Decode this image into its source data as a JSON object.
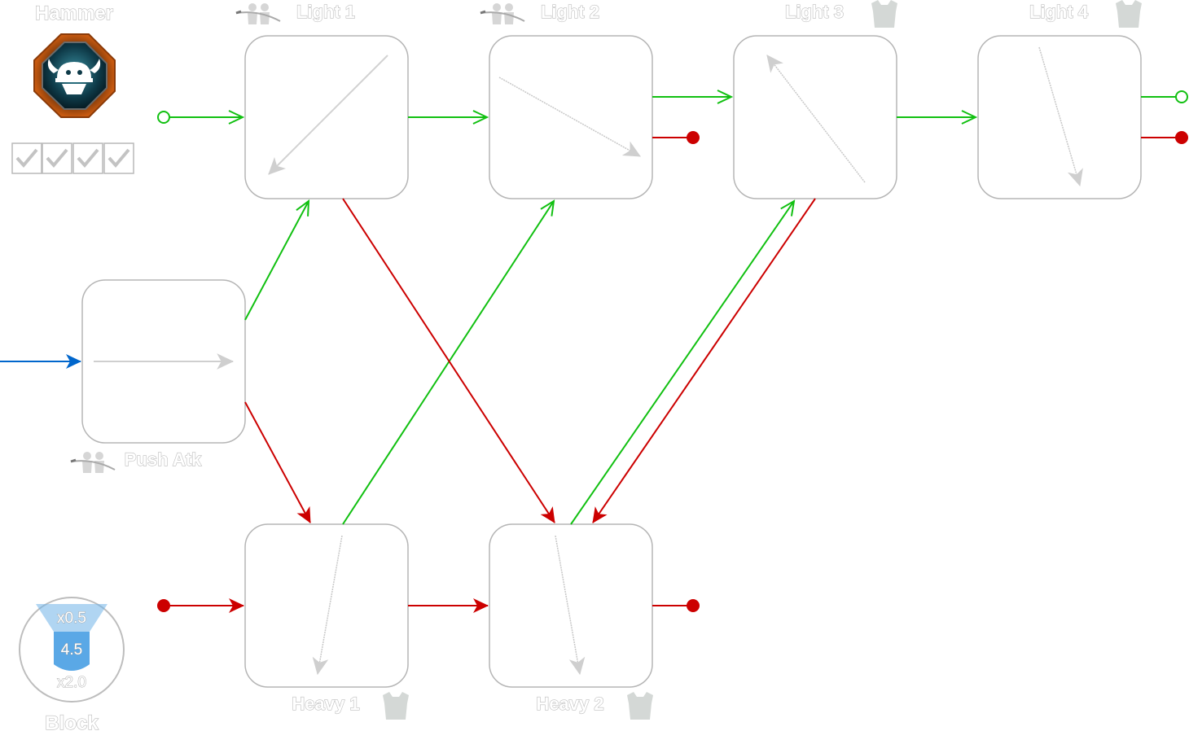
{
  "weapon": {
    "name": "Hammer",
    "icon": "viking-helmet-icon",
    "check_slots": 4
  },
  "moves": {
    "light1": "Light 1",
    "light2": "Light 2",
    "light3": "Light 3",
    "light4": "Light 4",
    "push": "Push Atk",
    "heavy1": "Heavy 1",
    "heavy2": "Heavy 2"
  },
  "block": {
    "label": "Block",
    "top_multiplier": "x0.5",
    "value": "4.5",
    "bottom_multiplier": "x2.0"
  },
  "colors": {
    "light_chain": "#11c011",
    "heavy_chain": "#cc0000",
    "entry": "#0066cc",
    "swing": "#cdcdcd",
    "box_border": "#b5b5b5",
    "block_fill": "#6fb3e8"
  },
  "icons": {
    "light1": "sweep-attack-icon",
    "light2": "sweep-attack-icon",
    "light3": "armor-icon",
    "light4": "armor-icon",
    "push": "sweep-attack-icon",
    "heavy1": "armor-icon",
    "heavy2": "armor-icon",
    "check": "check-icon"
  }
}
